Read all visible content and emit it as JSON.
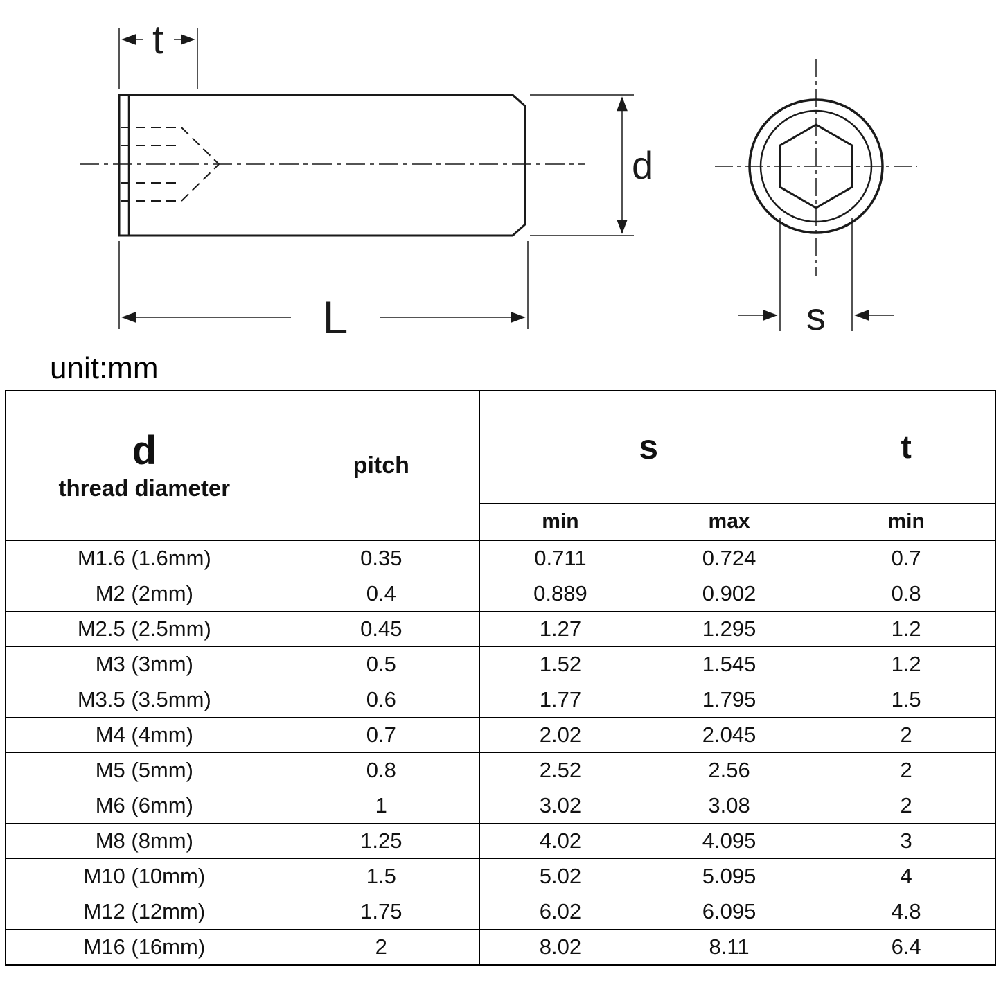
{
  "diagram": {
    "unit_label": "unit:mm",
    "labels": {
      "socket_depth": "t",
      "diameter": "d",
      "length": "L",
      "socket_width": "s"
    }
  },
  "colors": {
    "line": "#1a1a1a",
    "background": "#ffffff"
  },
  "table": {
    "headers": {
      "col_d_title": "d",
      "col_d_subtitle": "thread diameter",
      "col_pitch": "pitch",
      "col_s": "s",
      "col_t": "t",
      "sub_s_min": "min",
      "sub_s_max": "max",
      "sub_t_min": "min"
    },
    "rows": [
      [
        "M1.6 (1.6mm)",
        "0.35",
        "0.711",
        "0.724",
        "0.7"
      ],
      [
        "M2 (2mm)",
        "0.4",
        "0.889",
        "0.902",
        "0.8"
      ],
      [
        "M2.5 (2.5mm)",
        "0.45",
        "1.27",
        "1.295",
        "1.2"
      ],
      [
        "M3 (3mm)",
        "0.5",
        "1.52",
        "1.545",
        "1.2"
      ],
      [
        "M3.5 (3.5mm)",
        "0.6",
        "1.77",
        "1.795",
        "1.5"
      ],
      [
        "M4 (4mm)",
        "0.7",
        "2.02",
        "2.045",
        "2"
      ],
      [
        "M5 (5mm)",
        "0.8",
        "2.52",
        "2.56",
        "2"
      ],
      [
        "M6 (6mm)",
        "1",
        "3.02",
        "3.08",
        "2"
      ],
      [
        "M8 (8mm)",
        "1.25",
        "4.02",
        "4.095",
        "3"
      ],
      [
        "M10 (10mm)",
        "1.5",
        "5.02",
        "5.095",
        "4"
      ],
      [
        "M12 (12mm)",
        "1.75",
        "6.02",
        "6.095",
        "4.8"
      ],
      [
        "M16 (16mm)",
        "2",
        "8.02",
        "8.11",
        "6.4"
      ]
    ]
  }
}
